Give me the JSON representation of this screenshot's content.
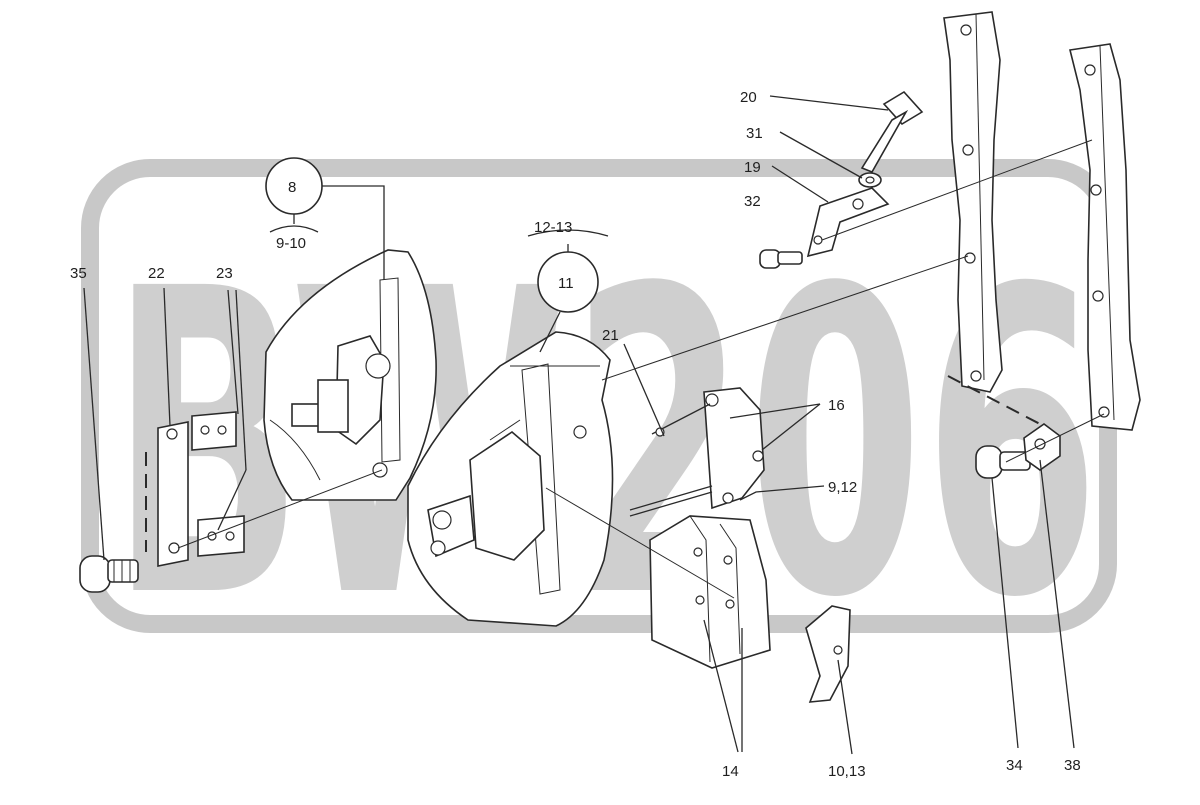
{
  "watermark": {
    "text": "BW206",
    "color": "#a8a8a8"
  },
  "callouts": {
    "c35": "35",
    "c22": "22",
    "c23": "23",
    "c8": "8",
    "c9_10": "9-10",
    "c12_13": "12-13",
    "c11": "11",
    "c21": "21",
    "c16": "16",
    "c9_12": "9,12",
    "c20": "20",
    "c31": "31",
    "c19": "19",
    "c32": "32",
    "c14": "14",
    "c10_13": "10,13",
    "c34": "34",
    "c38": "38"
  }
}
